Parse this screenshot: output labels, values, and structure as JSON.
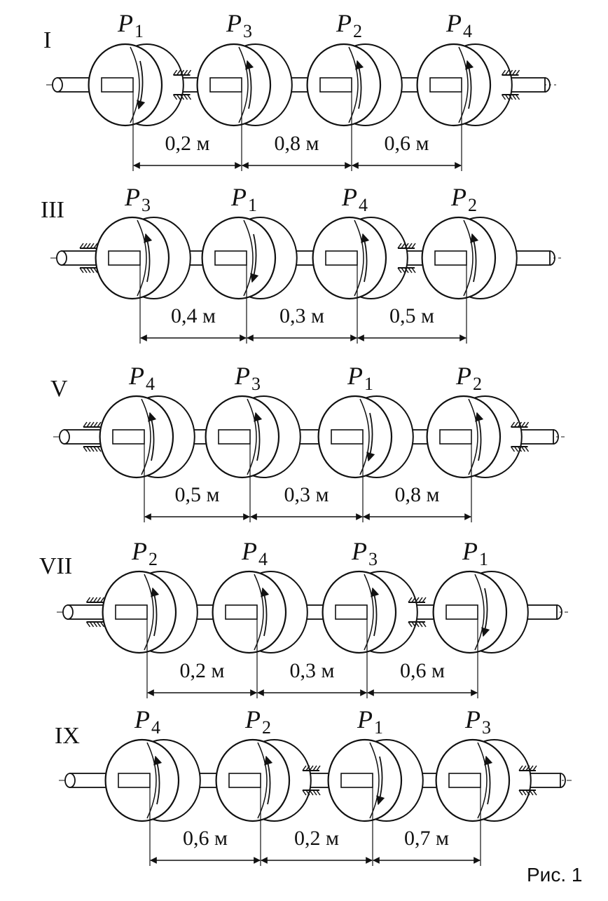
{
  "figure": {
    "caption": "Рис. 1",
    "ink_color": "#111111",
    "shaft_fill": "#ffffff",
    "diagrams": [
      {
        "variant": "I",
        "pulleys": [
          {
            "label": "P",
            "sub": "1",
            "arrow": "down"
          },
          {
            "label": "P",
            "sub": "3",
            "arrow": "up"
          },
          {
            "label": "P",
            "sub": "2",
            "arrow": "up"
          },
          {
            "label": "P",
            "sub": "4",
            "arrow": "up"
          }
        ],
        "distances": [
          "0,2 м",
          "0,8 м",
          "0,6 м"
        ],
        "bearings": [
          1,
          4
        ]
      },
      {
        "variant": "III",
        "pulleys": [
          {
            "label": "P",
            "sub": "3",
            "arrow": "up"
          },
          {
            "label": "P",
            "sub": "1",
            "arrow": "down"
          },
          {
            "label": "P",
            "sub": "4",
            "arrow": "up"
          },
          {
            "label": "P",
            "sub": "2",
            "arrow": "up"
          }
        ],
        "distances": [
          "0,4 м",
          "0,3 м",
          "0,5 м"
        ],
        "bearings": [
          0,
          3
        ]
      },
      {
        "variant": "V",
        "pulleys": [
          {
            "label": "P",
            "sub": "4",
            "arrow": "up"
          },
          {
            "label": "P",
            "sub": "3",
            "arrow": "up"
          },
          {
            "label": "P",
            "sub": "1",
            "arrow": "down"
          },
          {
            "label": "P",
            "sub": "2",
            "arrow": "up"
          }
        ],
        "distances": [
          "0,5 м",
          "0,3 м",
          "0,8 м"
        ],
        "bearings": [
          0,
          4
        ]
      },
      {
        "variant": "VII",
        "pulleys": [
          {
            "label": "P",
            "sub": "2",
            "arrow": "up"
          },
          {
            "label": "P",
            "sub": "4",
            "arrow": "up"
          },
          {
            "label": "P",
            "sub": "3",
            "arrow": "up"
          },
          {
            "label": "P",
            "sub": "1",
            "arrow": "down"
          }
        ],
        "distances": [
          "0,2 м",
          "0,3 м",
          "0,6 м"
        ],
        "bearings": [
          0,
          3
        ]
      },
      {
        "variant": "IX",
        "pulleys": [
          {
            "label": "P",
            "sub": "4",
            "arrow": "up"
          },
          {
            "label": "P",
            "sub": "2",
            "arrow": "up"
          },
          {
            "label": "P",
            "sub": "1",
            "arrow": "down"
          },
          {
            "label": "P",
            "sub": "3",
            "arrow": "up"
          }
        ],
        "distances": [
          "0,6 м",
          "0,2 м",
          "0,7 м"
        ],
        "bearings": [
          2,
          4
        ]
      }
    ]
  }
}
